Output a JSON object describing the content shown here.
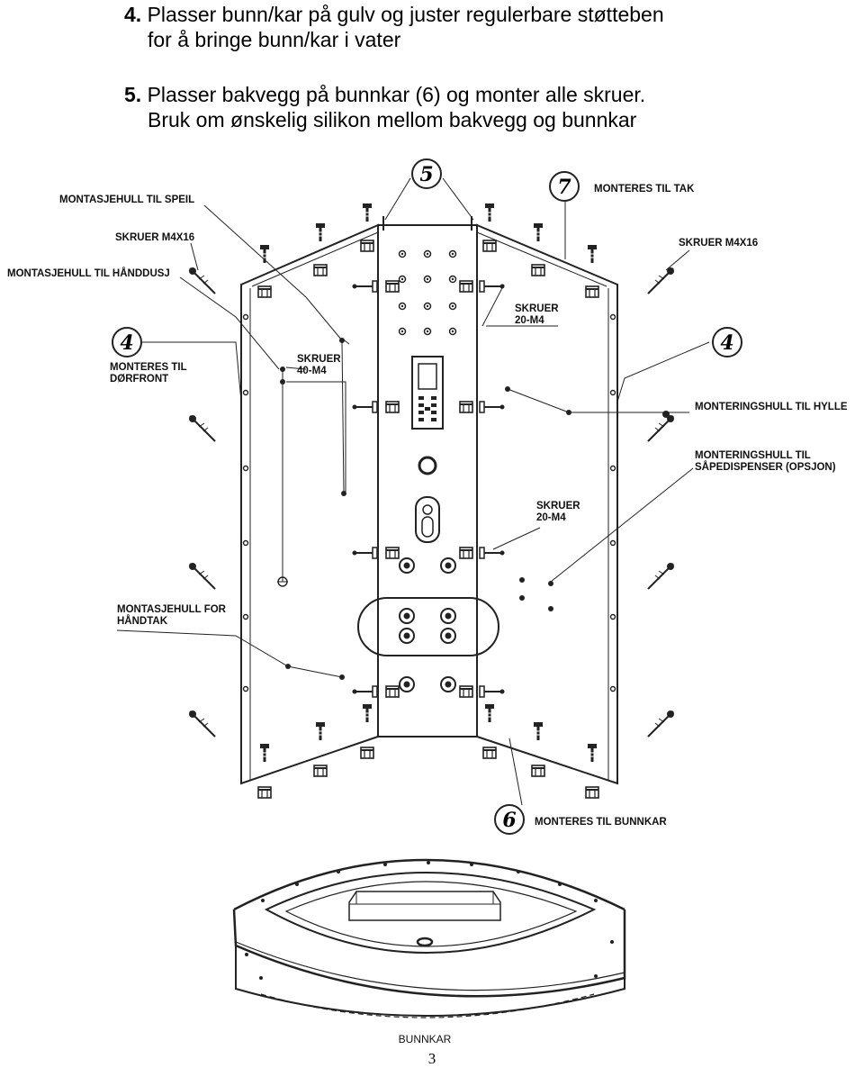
{
  "instructions": {
    "step4": {
      "number": "4.",
      "line1": "Plasser bunn/kar på gulv og juster regulerbare støtteben",
      "line2": "for å bringe bunn/kar i vater"
    },
    "step5": {
      "number": "5.",
      "line1": "Plasser bakvegg på bunnkar (6) og monter alle skruer.",
      "line2": "Bruk om ønskelig silikon mellom bakvegg og bunnkar"
    }
  },
  "drawing": {
    "callouts": {
      "part5": "5",
      "part7": "7",
      "part4_left": "4",
      "part4_right": "4",
      "part6": "6"
    },
    "labels": {
      "montasjehull_speil": "MONTASJEHULL TIL SPEIL",
      "skruer_m4x16_left": "SKRUER M4X16",
      "montasjehull_handdusj": "MONTASJEHULL TIL HÅNDDUSJ",
      "monteres_dorfront_1": "MONTERES TIL",
      "monteres_dorfront_2": "DØRFRONT",
      "skruer_40_1": "SKRUER",
      "skruer_40_2": "40-M4",
      "monteres_tak": "MONTERES TIL TAK",
      "skruer_m4x16_right": "SKRUER M4X16",
      "skruer_20_top_1": "SKRUER",
      "skruer_20_top_2": "20-M4",
      "monteringshull_hylle": "MONTERINGSHULL TIL HYLLE",
      "monteringshull_sape_1": "MONTERINGSHULL TIL",
      "monteringshull_sape_2": "SÅPEDISPENSER (OPSJON)",
      "skruer_20_mid_1": "SKRUER",
      "skruer_20_mid_2": "20-M4",
      "montasjehull_handtak_1": "MONTASJEHULL FOR",
      "montasjehull_handtak_2": "HÅNDTAK",
      "monteres_bunnkar": "MONTERES TIL BUNNKAR",
      "bunnkar": "BUNNKAR"
    }
  },
  "page_number": "3"
}
